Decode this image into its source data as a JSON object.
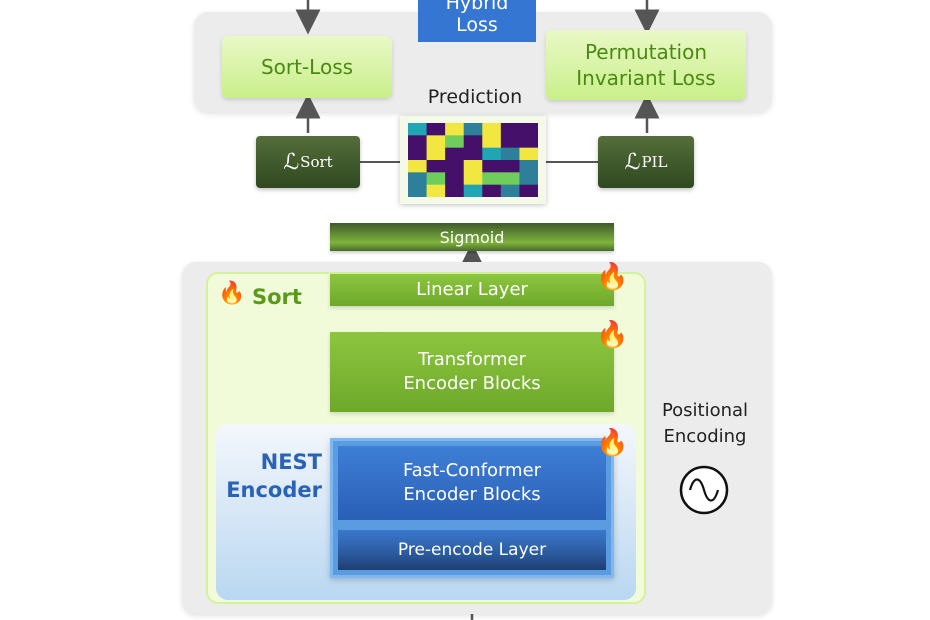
{
  "hybrid_loss": "Hybrid\nLoss",
  "sort_loss": "Sort-Loss",
  "pil_loss": "Permutation\nInvariant Loss",
  "prediction_label": "Prediction",
  "l_sort": {
    "symbol": "ℒ",
    "sub": "Sort"
  },
  "l_pil": {
    "symbol": "ℒ",
    "sub": "PIL"
  },
  "sigmoid": "Sigmoid",
  "sort_label": "Sort",
  "linear_layer": "Linear Layer",
  "transformer_blocks": "Transformer\nEncoder Blocks",
  "nest_label": "NEST\nEncoder",
  "positional_encoding": "Positional\nEncoding",
  "fast_conformer": "Fast-Conformer\nEncoder Blocks",
  "pre_encode": "Pre-encode Layer",
  "heatmap": {
    "palette": [
      "#45106a",
      "#20a5b5",
      "#f2e740",
      "#6fcd5c",
      "#2d7f9a"
    ],
    "grid": [
      [
        1,
        0,
        2,
        4,
        2,
        0,
        0
      ],
      [
        0,
        2,
        3,
        0,
        2,
        0,
        0
      ],
      [
        0,
        2,
        0,
        0,
        1,
        4,
        2
      ],
      [
        2,
        0,
        0,
        2,
        0,
        0,
        4
      ],
      [
        4,
        3,
        0,
        2,
        3,
        3,
        4
      ],
      [
        4,
        2,
        0,
        1,
        0,
        4,
        0
      ]
    ]
  }
}
